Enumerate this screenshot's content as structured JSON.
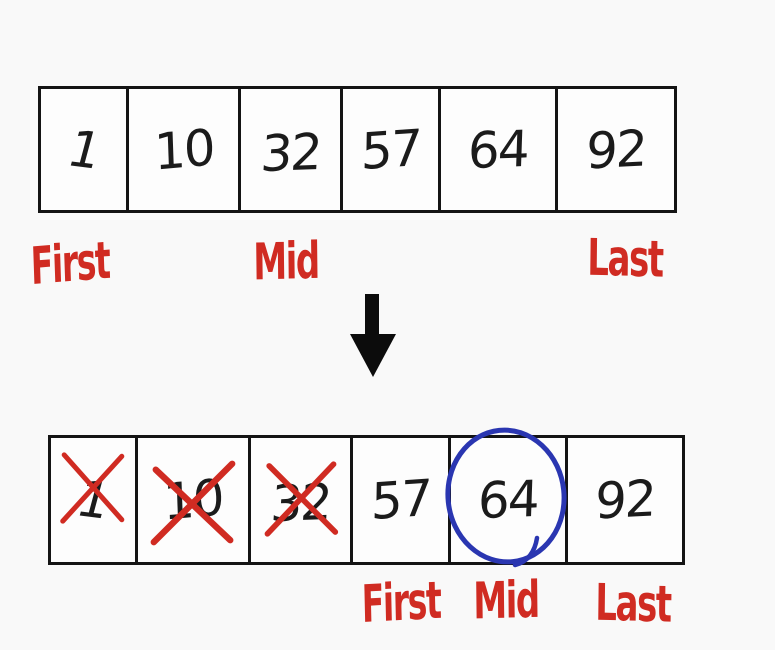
{
  "colors": {
    "background": "#f9f9f9",
    "ink": "#1b1b1b",
    "box_border": "#141414",
    "red_marker": "#d02b22",
    "blue_marker": "#2a36b1",
    "arrow_black": "#0c0c0c"
  },
  "top_array": {
    "cells": [
      {
        "value": "1"
      },
      {
        "value": "10"
      },
      {
        "value": "32"
      },
      {
        "value": "57"
      },
      {
        "value": "64"
      },
      {
        "value": "92"
      }
    ],
    "labels": {
      "first": "First",
      "mid": "Mid",
      "last": "Last"
    },
    "label_positions": {
      "first_under_value": "1",
      "mid_under_value": "32",
      "last_under_value": "92"
    }
  },
  "arrow": {
    "type": "down-arrow"
  },
  "bottom_array": {
    "cells": [
      {
        "value": "1",
        "crossed_out": true,
        "circled": false
      },
      {
        "value": "10",
        "crossed_out": true,
        "circled": false
      },
      {
        "value": "32",
        "crossed_out": true,
        "circled": false
      },
      {
        "value": "57",
        "crossed_out": false,
        "circled": false
      },
      {
        "value": "64",
        "crossed_out": false,
        "circled": true
      },
      {
        "value": "92",
        "crossed_out": false,
        "circled": false
      }
    ],
    "labels": {
      "first": "First",
      "mid": "Mid",
      "last": "Last"
    },
    "label_positions": {
      "first_under_value": "57",
      "mid_under_value": "64",
      "last_under_value": "92"
    }
  }
}
